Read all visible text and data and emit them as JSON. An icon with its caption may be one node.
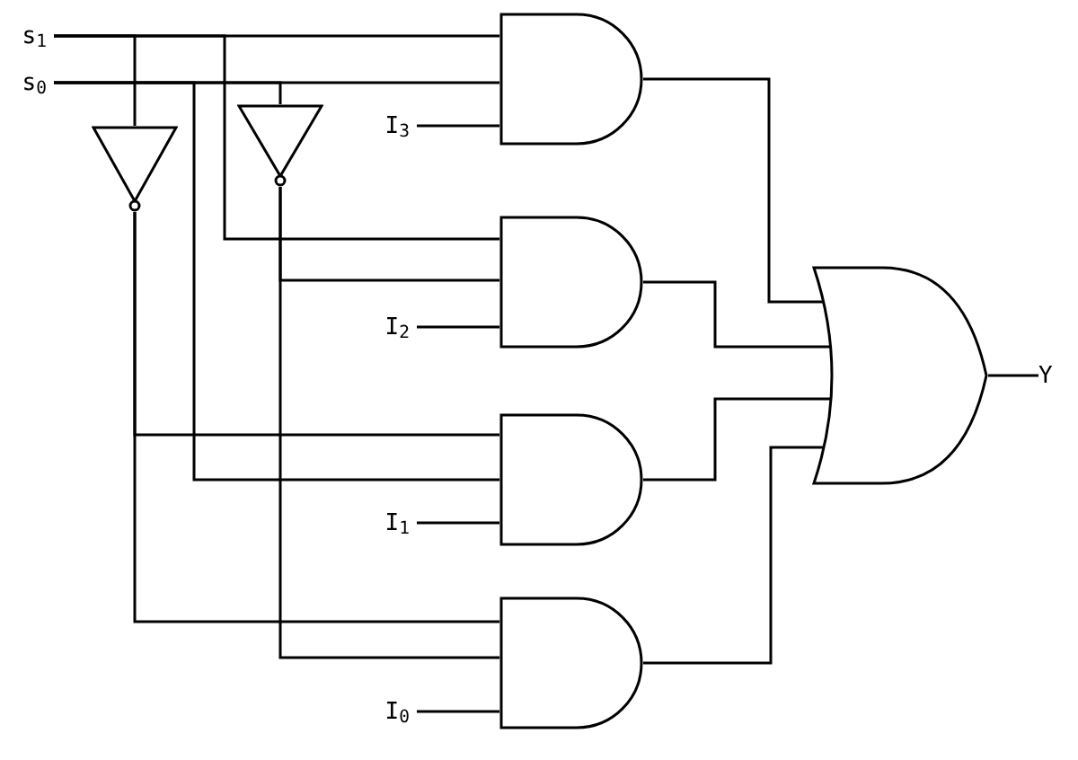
{
  "diagram": {
    "nodes": [
      {
        "text": [
          "s$_{1}$"
        ]
      },
      {
        "text": [
          "s$_{0}$"
        ]
      },
      {
        "text": [],
        "shape": "triangle"
      },
      {
        "text": [],
        "shape": "triangle"
      },
      {
        "text": [
          "I$_{3}$"
        ]
      },
      {
        "text": [],
        "shape": "gate"
      },
      {
        "text": [
          "I$_{2}$"
        ]
      },
      {
        "text": [],
        "shape": "gate"
      },
      {
        "text": [
          "I$_{1}$"
        ]
      },
      {
        "text": [],
        "shape": "gate"
      },
      {
        "text": [
          "I$_{0}$"
        ]
      },
      {
        "text": [],
        "shape": "gate"
      },
      {
        "text": [],
        "shape": "shield"
      },
      {
        "text": [
          "Y"
        ]
      }
    ],
    "edges": [
      {
        "from": 0,
        "to": 5,
        "arrow": "none"
      },
      {
        "from": 0,
        "to": 7,
        "arrow": "none"
      },
      {
        "from": 0,
        "to": 2,
        "arrow": "none"
      },
      {
        "from": 1,
        "to": 5,
        "arrow": "none"
      },
      {
        "from": 1,
        "to": 9,
        "arrow": "none"
      },
      {
        "from": 1,
        "to": 3,
        "arrow": "none"
      },
      {
        "from": 2,
        "to": 9,
        "arrow": "none"
      },
      {
        "from": 2,
        "to": 11,
        "arrow": "none"
      },
      {
        "from": 3,
        "to": 7,
        "arrow": "none"
      },
      {
        "from": 3,
        "to": 11,
        "arrow": "none"
      },
      {
        "from": 4,
        "to": 5,
        "arrow": "none"
      },
      {
        "from": 6,
        "to": 7,
        "arrow": "none"
      },
      {
        "from": 8,
        "to": 9,
        "arrow": "none"
      },
      {
        "from": 10,
        "to": 11,
        "arrow": "none"
      },
      {
        "from": 5,
        "to": 12,
        "arrow": "none"
      },
      {
        "from": 7,
        "to": 12,
        "arrow": "none"
      },
      {
        "from": 9,
        "to": 12,
        "arrow": "none"
      },
      {
        "from": 11,
        "to": 12,
        "arrow": "none"
      },
      {
        "from": 12,
        "to": 13,
        "arrow": "none"
      }
    ]
  }
}
